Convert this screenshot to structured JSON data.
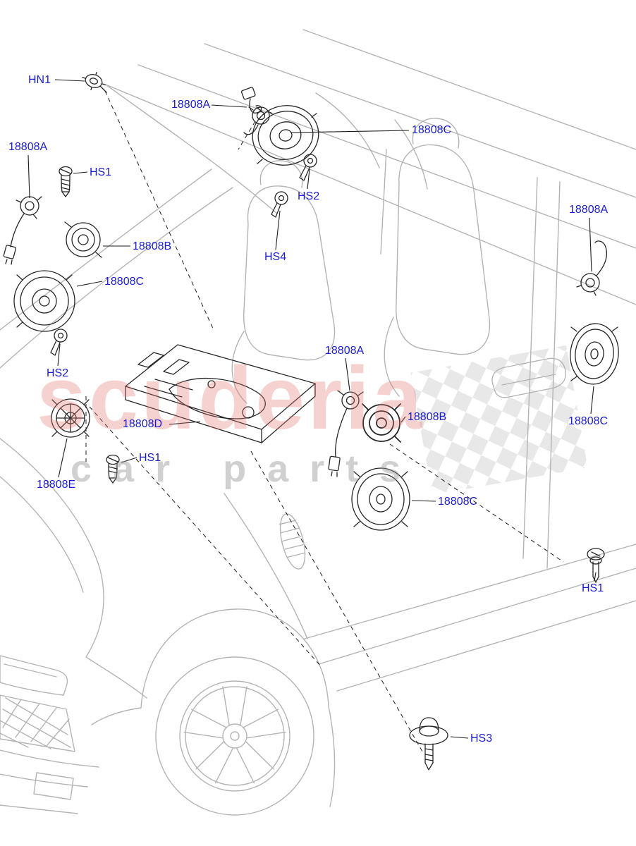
{
  "diagram": {
    "kind": "exploded-parts-diagram",
    "subject": "vehicle speakers and audio amplifier",
    "label_color": "#1b1bd0",
    "car_line_color": "#b4b4b4",
    "part_line_color": "#262626"
  },
  "watermark": {
    "line1": "scuderia",
    "line2": "car parts",
    "line1_color": "#e0746e",
    "line2_color": "#969696"
  },
  "labels": [
    {
      "id": "hn1",
      "text": "HN1"
    },
    {
      "id": "18808a-top",
      "text": "18808A"
    },
    {
      "id": "18808c-top-right",
      "text": "18808C"
    },
    {
      "id": "18808a-left",
      "text": "18808A"
    },
    {
      "id": "hs1-upper-left",
      "text": "HS1"
    },
    {
      "id": "hs2-upper",
      "text": "HS2"
    },
    {
      "id": "18808b-left",
      "text": "18808B"
    },
    {
      "id": "hs4",
      "text": "HS4"
    },
    {
      "id": "18808a-right",
      "text": "18808A"
    },
    {
      "id": "18808c-left",
      "text": "18808C"
    },
    {
      "id": "hs2-left",
      "text": "HS2"
    },
    {
      "id": "18808a-center",
      "text": "18808A"
    },
    {
      "id": "18808b-center",
      "text": "18808B"
    },
    {
      "id": "18808c-right",
      "text": "18808C"
    },
    {
      "id": "18808d",
      "text": "18808D"
    },
    {
      "id": "hs1-mid",
      "text": "HS1"
    },
    {
      "id": "18808e",
      "text": "18808E"
    },
    {
      "id": "18808c-bottom",
      "text": "18808C"
    },
    {
      "id": "hs1-right",
      "text": "HS1"
    },
    {
      "id": "hs3",
      "text": "HS3"
    }
  ]
}
